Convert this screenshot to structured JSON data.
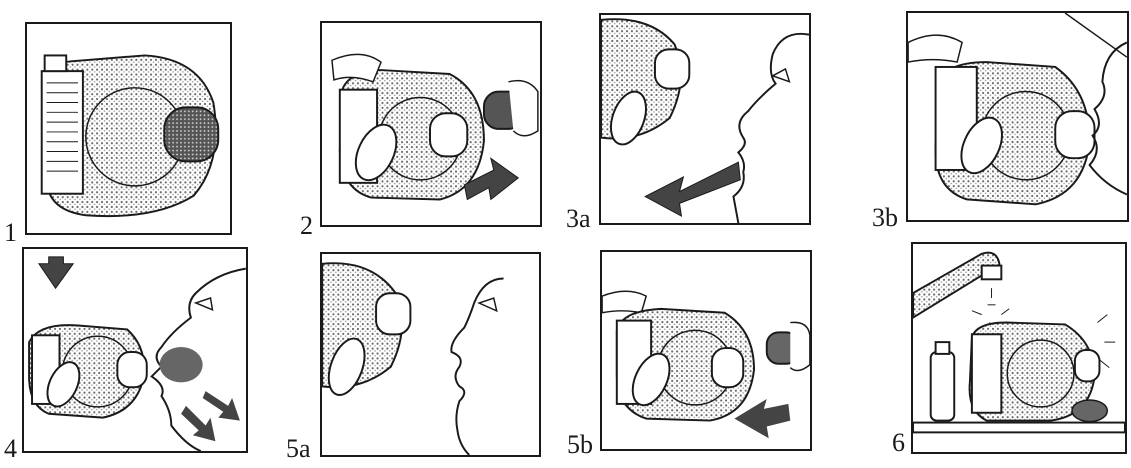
{
  "steps": [
    {
      "label": "1",
      "illustration": "inhaler-with-cap"
    },
    {
      "label": "2",
      "illustration": "remove-cap"
    },
    {
      "label": "3a",
      "illustration": "exhale-away"
    },
    {
      "label": "3b",
      "illustration": "mouthpiece-to-lips"
    },
    {
      "label": "4",
      "illustration": "press-and-inhale"
    },
    {
      "label": "5a",
      "illustration": "hold-breath"
    },
    {
      "label": "5b",
      "illustration": "replace-cap"
    },
    {
      "label": "6",
      "illustration": "wash-and-dry"
    }
  ],
  "colors": {
    "ink": "#1a1a1a",
    "stipple": "#8a8a8a",
    "paper": "#ffffff"
  }
}
